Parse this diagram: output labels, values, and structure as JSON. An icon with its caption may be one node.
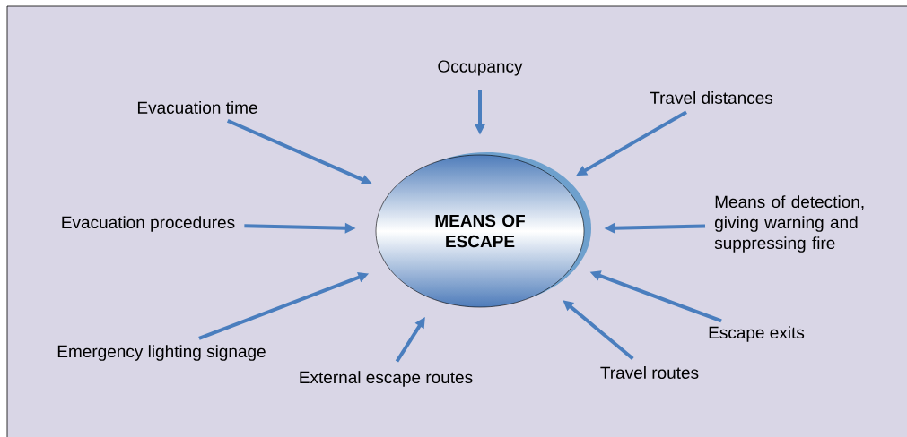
{
  "diagram": {
    "nodes": [
      {
        "text": [
          "MEANS OF ESCAPE"
        ]
      },
      {
        "text": [
          "Evacuation time"
        ]
      },
      {
        "text": [
          "Occupancy"
        ]
      },
      {
        "text": [
          "Travel distances"
        ]
      },
      {
        "text": [
          "Evacuation procedures"
        ]
      },
      {
        "text": [
          "Means of detection, giving warning and suppressing fire"
        ]
      },
      {
        "text": [
          "Emergency lighting signage"
        ]
      },
      {
        "text": [
          "External escape routes"
        ]
      },
      {
        "text": [
          "Travel routes"
        ]
      },
      {
        "text": [
          "Escape exits"
        ]
      }
    ],
    "edges": [
      {
        "from": 1,
        "to": 0,
        "arrow": "to"
      },
      {
        "from": 2,
        "to": 0,
        "arrow": "to"
      },
      {
        "from": 3,
        "to": 0,
        "arrow": "to"
      },
      {
        "from": 4,
        "to": 0,
        "arrow": "to"
      },
      {
        "from": 5,
        "to": 0,
        "arrow": "to"
      },
      {
        "from": 6,
        "to": 0,
        "arrow": "to"
      },
      {
        "from": 7,
        "to": 0,
        "arrow": "to"
      },
      {
        "from": 8,
        "to": 0,
        "arrow": "to"
      },
      {
        "from": 9,
        "to": 0,
        "arrow": "to"
      }
    ]
  }
}
